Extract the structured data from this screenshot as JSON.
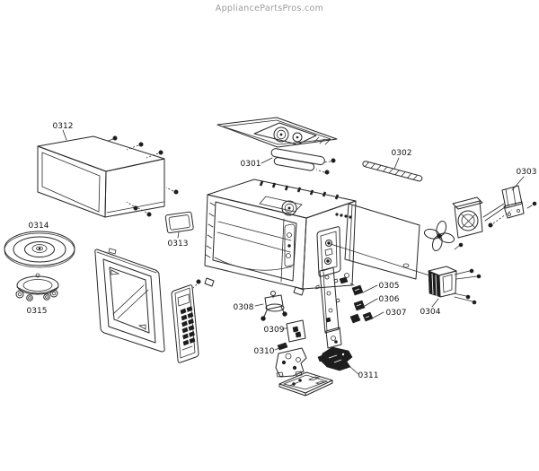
{
  "watermark": "AppliancePartsPros.com",
  "diagram": {
    "part_labels": {
      "0301": "0301",
      "0302": "0302",
      "0303": "0303",
      "0304": "0304",
      "0305": "0305",
      "0306": "0306",
      "0307": "0307",
      "0308": "0308",
      "0309": "0309",
      "0310": "0310",
      "0311": "0311",
      "0312": "0312",
      "0313": "0313",
      "0314": "0314",
      "0315": "0315"
    }
  },
  "colors": {
    "background": "#ffffff",
    "line_art": "#262626",
    "watermark_text": "#9b9b9b",
    "label_text": "#111111"
  }
}
